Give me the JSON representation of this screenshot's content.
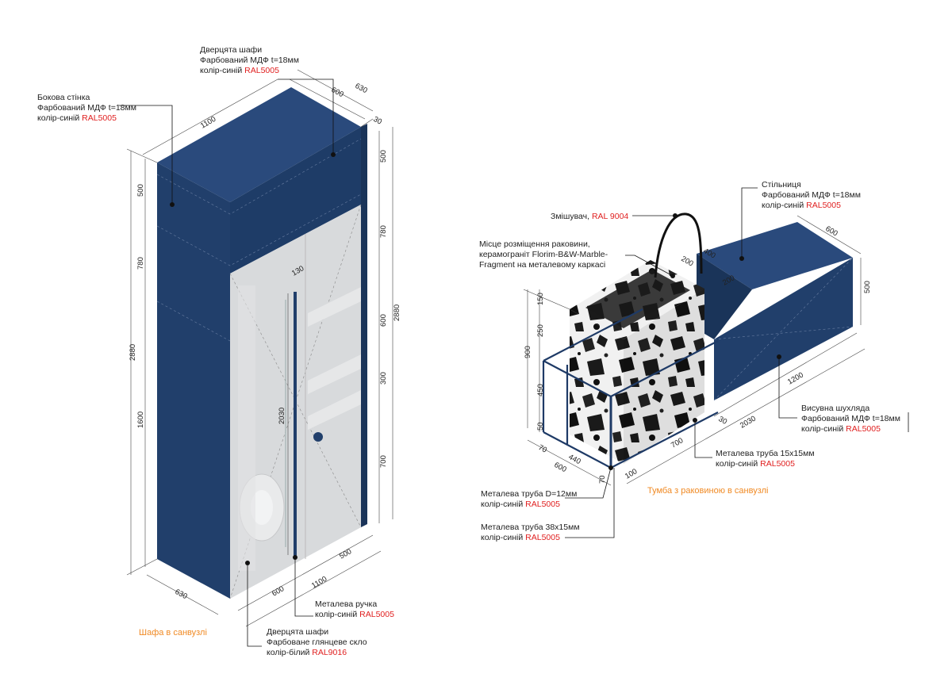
{
  "colors": {
    "blue": "#213f6b",
    "blue_dark": "#1a3459",
    "blue_side": "#2a4a7c",
    "glass": "#d8dadc",
    "red": "#e02020",
    "orange": "#f08a24"
  },
  "captions": {
    "wardrobe": "Шафа в санвузлі",
    "vanity": "Тумба з раковиною в санвузлі"
  },
  "notes": {
    "door_top": {
      "l1": "Дверцята шафи",
      "l2": "Фарбований МДФ t=18мм",
      "l3": "колір-синій ",
      "code": "RAL5005"
    },
    "side_wall": {
      "l1": "Бокова стінка",
      "l2": "Фарбований МДФ t=18мм",
      "l3": "колір-синій ",
      "code": "RAL5005"
    },
    "handle": {
      "l1": "Металева ручка",
      "l2": "колір-синій ",
      "code": "RAL5005"
    },
    "glass_door": {
      "l1": "Дверцята шафи",
      "l2": "Фарбоване глянцеве скло",
      "l3": "колір-білий ",
      "code": "RAL9016"
    },
    "mixer": {
      "l1": "Змішувач, ",
      "code": "RAL 9004"
    },
    "sink_place": {
      "l1": "Місце розміщення раковини,",
      "l2": "керамограніт Florim-B&W-Marble-",
      "l3": "Fragment на металевому каркасі"
    },
    "countertop": {
      "l1": "Стільниця",
      "l2": "Фарбований МДФ t=18мм",
      "l3": "колір-синій ",
      "code": "RAL5005"
    },
    "drawer": {
      "l1": "Висувна шухляда",
      "l2": "Фарбований МДФ t=18мм",
      "l3": "колір-синій ",
      "code": "RAL5005"
    },
    "tube_15": {
      "l1": "Металева труба 15х15мм",
      "l2": "колір-синій ",
      "code": "RAL5005"
    },
    "tube_d12": {
      "l1": "Металева труба D=12мм",
      "l2": "колір-синій ",
      "code": "RAL5005"
    },
    "tube_38": {
      "l1": "Металева труба 38х15мм",
      "l2": "колір-синій ",
      "code": "RAL5005"
    }
  },
  "dims": {
    "w_630_top": "630",
    "w_600_top": "600",
    "w_1100_top": "1100",
    "w_30_top": "30",
    "r_500": "500",
    "r_780": "780",
    "r_600": "600",
    "r_300": "300",
    "r_700": "700",
    "r_2880": "2880",
    "l_500": "500",
    "l_780": "780",
    "l_2880": "2880",
    "l_1600": "1600",
    "h_130": "130",
    "h_2030": "2030",
    "b_630": "630",
    "b_600": "600",
    "b_1100": "1100",
    "b_500": "500",
    "v_200a": "200",
    "v_400": "400",
    "v_200b": "200",
    "v_600": "600",
    "v_500": "500",
    "v_150": "150",
    "v_250": "250",
    "v_900": "900",
    "v_450": "450",
    "v_50": "50",
    "v_1200": "1200",
    "v_30": "30",
    "v_2030": "2030",
    "v_700": "700",
    "v_100": "100",
    "v_70a": "70",
    "v_440": "440",
    "v_600b": "600",
    "v_70b": "70"
  }
}
